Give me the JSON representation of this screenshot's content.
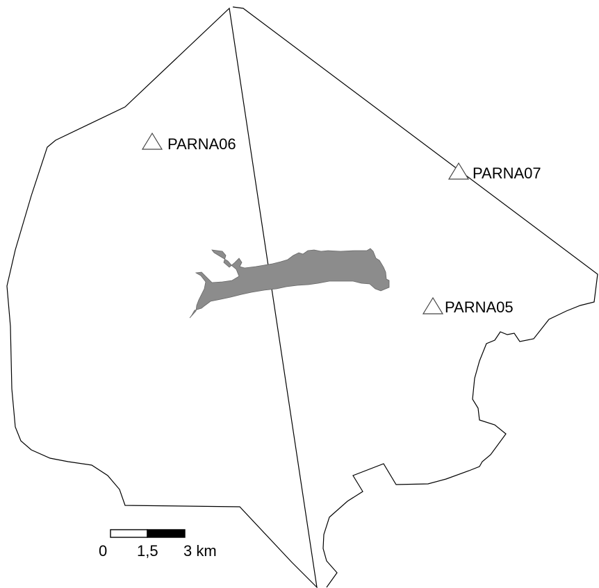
{
  "colors": {
    "background": "#ffffff",
    "boundary_stroke": "#000000",
    "lake_fill": "#8c8c8c",
    "marker_stroke": "#444444",
    "scalebar_dark": "#000000",
    "scalebar_light": "#ffffff"
  },
  "stations": [
    {
      "id": "station-parna06",
      "label": "PARNA06",
      "marker": "triangle-outline-icon"
    },
    {
      "id": "station-parna07",
      "label": "PARNA07",
      "marker": "triangle-outline-icon"
    },
    {
      "id": "station-parna05",
      "label": "PARNA05",
      "marker": "triangle-outline-icon"
    }
  ],
  "scale_bar": {
    "labels": [
      "0",
      "1,5",
      "3 km"
    ]
  }
}
